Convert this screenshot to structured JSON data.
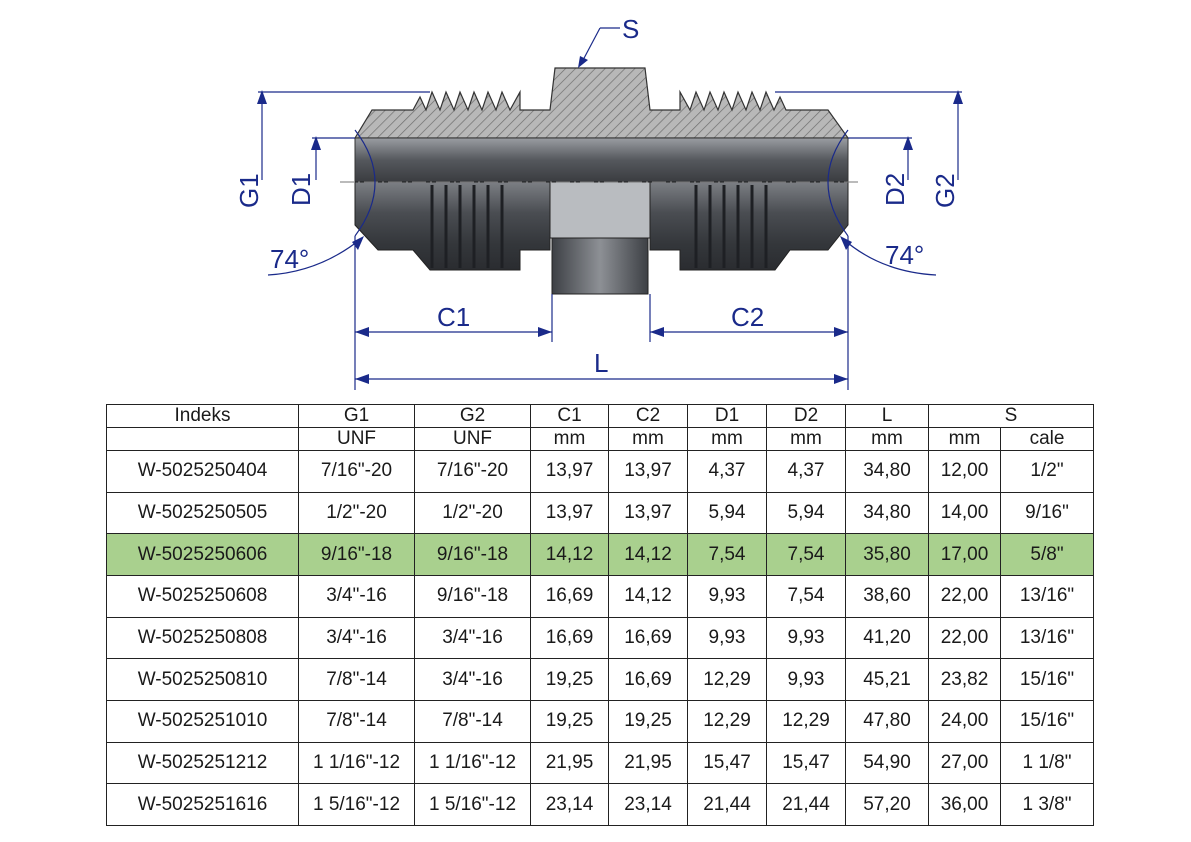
{
  "drawing": {
    "labels": {
      "s": "S",
      "g1": "G1",
      "d1": "D1",
      "d2": "D2",
      "g2": "G2",
      "angle_left": "74°",
      "angle_right": "74°",
      "c1": "C1",
      "c2": "C2",
      "l": "L"
    },
    "colors": {
      "dimension": "#1a2a8a",
      "body": "#5a5d62",
      "hatch": "#9a9a9a",
      "highlight": "#a9d08e"
    }
  },
  "table": {
    "header": [
      "Indeks",
      "G1",
      "G2",
      "C1",
      "C2",
      "D1",
      "D2",
      "L",
      "S"
    ],
    "units": [
      "",
      "UNF",
      "UNF",
      "mm",
      "mm",
      "mm",
      "mm",
      "mm",
      "mm",
      "cale"
    ],
    "rows": [
      [
        "W-5025250404",
        "7/16\"-20",
        "7/16\"-20",
        "13,97",
        "13,97",
        "4,37",
        "4,37",
        "34,80",
        "12,00",
        "1/2\""
      ],
      [
        "W-5025250505",
        "1/2\"-20",
        "1/2\"-20",
        "13,97",
        "13,97",
        "5,94",
        "5,94",
        "34,80",
        "14,00",
        "9/16\""
      ],
      [
        "W-5025250606",
        "9/16\"-18",
        "9/16\"-18",
        "14,12",
        "14,12",
        "7,54",
        "7,54",
        "35,80",
        "17,00",
        "5/8\""
      ],
      [
        "W-5025250608",
        "3/4\"-16",
        "9/16\"-18",
        "16,69",
        "14,12",
        "9,93",
        "7,54",
        "38,60",
        "22,00",
        "13/16\""
      ],
      [
        "W-5025250808",
        "3/4\"-16",
        "3/4\"-16",
        "16,69",
        "16,69",
        "9,93",
        "9,93",
        "41,20",
        "22,00",
        "13/16\""
      ],
      [
        "W-5025250810",
        "7/8\"-14",
        "3/4\"-16",
        "19,25",
        "16,69",
        "12,29",
        "9,93",
        "45,21",
        "23,82",
        "15/16\""
      ],
      [
        "W-5025251010",
        "7/8\"-14",
        "7/8\"-14",
        "19,25",
        "19,25",
        "12,29",
        "12,29",
        "47,80",
        "24,00",
        "15/16\""
      ],
      [
        "W-5025251212",
        "1 1/16\"-12",
        "1 1/16\"-12",
        "21,95",
        "21,95",
        "15,47",
        "15,47",
        "54,90",
        "27,00",
        "1 1/8\""
      ],
      [
        "W-5025251616",
        "1 5/16\"-12",
        "1 5/16\"-12",
        "23,14",
        "23,14",
        "21,44",
        "21,44",
        "57,20",
        "36,00",
        "1 3/8\""
      ]
    ],
    "highlighted_row": 2
  }
}
